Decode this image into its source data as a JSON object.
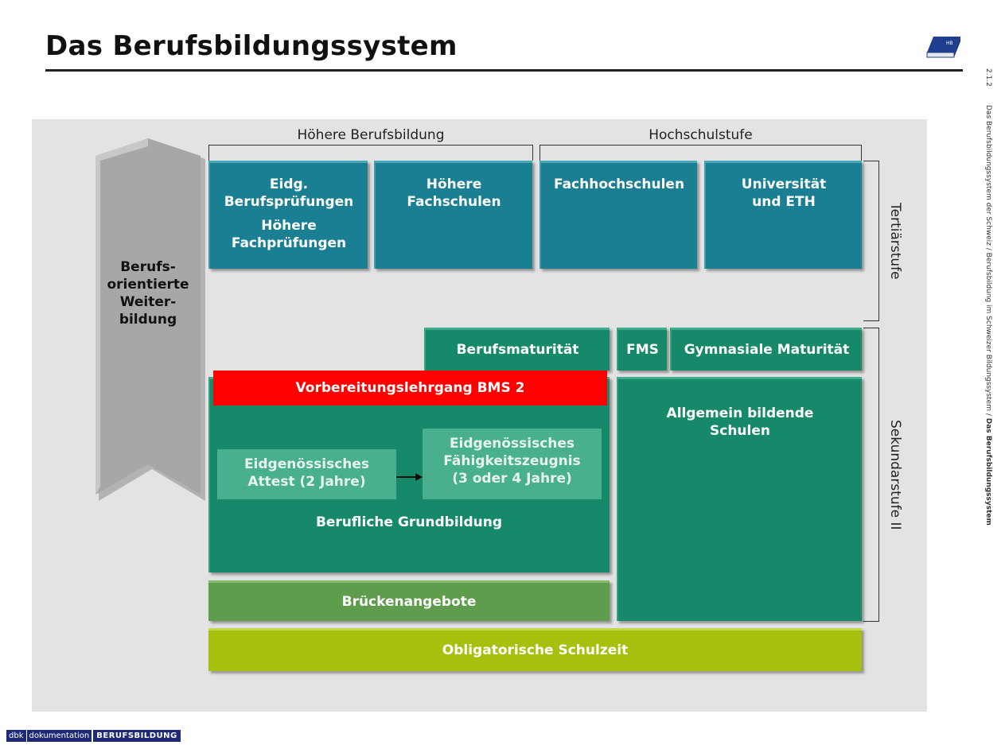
{
  "title": "Das Berufsbildungssystem",
  "side_note": {
    "page_number": "2.1.2",
    "path_text": "Das Berufsbildungssystem der Schweiz / Berufsbildung im Schweizer Bildungssystem / ",
    "path_bold": "Das Berufsbildungssystem"
  },
  "diagram": {
    "groups": {
      "hoehere_berufsbildung": "Höhere Berufsbildung",
      "hochschulstufe": "Hochschulstufe",
      "tertiaerstufe": "Tertiärstufe",
      "sekundarstufe": "Sekundarstufe II"
    },
    "weiterbildung": [
      "Berufs-",
      "orientierte",
      "Weiter-",
      "bildung"
    ],
    "tertiary": {
      "eidg_line1": "Eidg.",
      "eidg_line2": "Berufsprüfungen",
      "eidg_line3": "Höhere",
      "eidg_line4": "Fachprüfungen",
      "hf_line1": "Höhere",
      "hf_line2": "Fachschulen",
      "fh": "Fachhochschulen",
      "uni_line1": "Universität",
      "uni_line2": "und ETH"
    },
    "berufsmaturitaet": "Berufsmaturität",
    "fms": "FMS",
    "gym_maturitaet": "Gymnasiale Maturität",
    "vorbereitung": "Vorbereitungslehrgang BMS 2",
    "allgemein_line1": "Allgemein bildende",
    "allgemein_line2": "Schulen",
    "attest_line1": "Eidgenössisches",
    "attest_line2": "Attest (2 Jahre)",
    "efz_line1": "Eidgenössisches",
    "efz_line2": "Fähigkeitszeugnis",
    "efz_line3": "(3 oder 4 Jahre)",
    "grundbildung": "Berufliche Grundbildung",
    "brueckenangebote": "Brückenangebote",
    "obligatorische": "Obligatorische Schulzeit"
  },
  "footer": {
    "dbk": "dbk",
    "dokumentation": "dokumentation",
    "berufsbildung": "BERUFSBILDUNG"
  },
  "colors": {
    "teal": "#1a7f93",
    "green": "#16896a",
    "red": "#ff0000",
    "olive": "#a7bf0d",
    "bruecke": "#5e9d4c",
    "navy": "#1e2a78"
  }
}
